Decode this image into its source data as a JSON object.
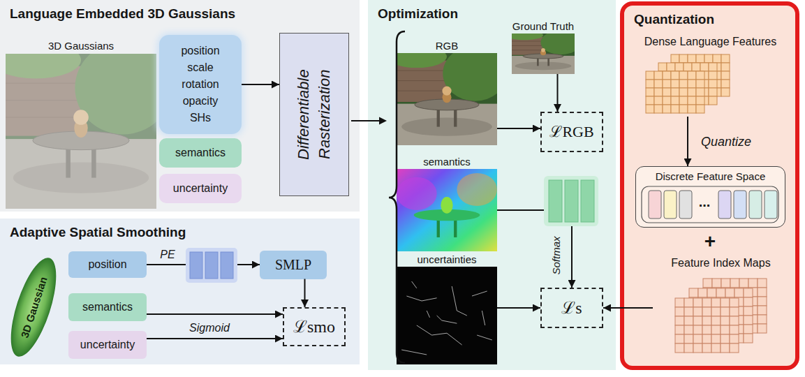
{
  "diagram": {
    "nodes": [
      {
        "text": [
          "Language Embedded 3D Gaussians"
        ]
      },
      {
        "text": [
          "3D Gaussians"
        ],
        "in": 0
      },
      {
        "text": [
          "position",
          "scale",
          "rotation",
          "opacity",
          "SHs"
        ],
        "in": 0
      },
      {
        "text": [
          "semantics"
        ],
        "in": 0
      },
      {
        "text": [
          "uncertainty"
        ],
        "in": 0
      },
      {
        "text": [
          "Differentiable Rasterization"
        ],
        "in": 0
      },
      {
        "text": [
          "Optimization"
        ]
      },
      {
        "text": [
          "RGB"
        ],
        "in": 6
      },
      {
        "text": [
          "Ground Truth"
        ],
        "in": 6
      },
      {
        "text": [
          "ℒRGB"
        ],
        "in": 6
      },
      {
        "text": [
          "semantics"
        ],
        "in": 6
      },
      {
        "text": [
          "uncertainties"
        ],
        "in": 6
      },
      {
        "text": [
          "ℒs"
        ],
        "in": 6
      },
      {
        "text": [
          "Quantization"
        ]
      },
      {
        "text": [
          "Dense Language Features"
        ],
        "in": 13
      },
      {
        "text": [
          "Discrete Feature Space"
        ],
        "in": 13
      },
      {
        "text": [
          "Feature Index Maps"
        ],
        "in": 13
      },
      {
        "text": [
          "Adaptive Spatial Smoothing"
        ]
      },
      {
        "text": [
          "3D Gaussian"
        ],
        "in": 17
      },
      {
        "text": [
          "position"
        ],
        "in": 17
      },
      {
        "text": [
          "SMLP"
        ],
        "in": 17
      },
      {
        "text": [
          "semantics"
        ],
        "in": 17
      },
      {
        "text": [
          "uncertainty"
        ],
        "in": 17
      },
      {
        "text": [
          "ℒsmo"
        ],
        "in": 17
      }
    ],
    "edges": [
      {
        "from": 2,
        "to": 5,
        "arrow": "to"
      },
      {
        "from": 7,
        "to": 9,
        "arrow": "to"
      },
      {
        "from": 8,
        "to": 9,
        "arrow": "to"
      },
      {
        "from": 10,
        "to": 12,
        "arrow": "to",
        "label": "Softmax"
      },
      {
        "from": 11,
        "to": 12,
        "arrow": "to"
      },
      {
        "from": 14,
        "to": 15,
        "arrow": "to",
        "label": "Quantize"
      },
      {
        "from": 16,
        "to": 12,
        "arrow": "to"
      },
      {
        "from": 19,
        "to": 20,
        "arrow": "to",
        "label": "PE"
      },
      {
        "from": 20,
        "to": 23,
        "arrow": "to"
      },
      {
        "from": 21,
        "to": 23,
        "arrow": "to"
      },
      {
        "from": 22,
        "to": 23,
        "arrow": "to",
        "label": "Sigmoid"
      }
    ],
    "labels": [
      "...",
      "+"
    ]
  }
}
